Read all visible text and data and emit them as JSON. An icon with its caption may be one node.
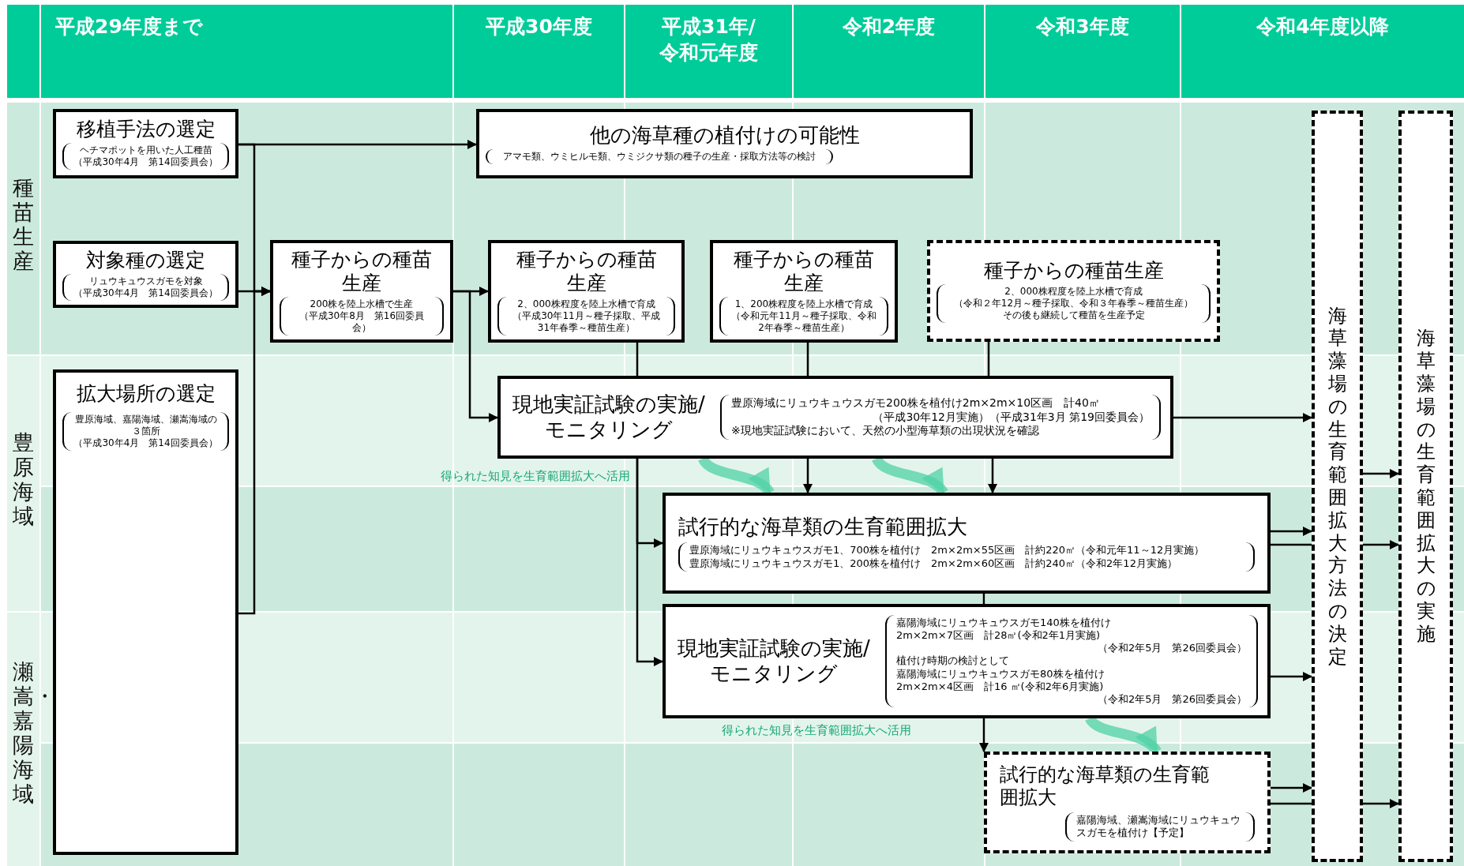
{
  "diagram": {
    "nodes": [
      {
        "text": [
          "移植手法の選定",
          "ヘチマポットを用いた人工種苗",
          "（平成30年4月　第14回委員会）"
        ]
      },
      {
        "text": [
          "他の海草種の植付けの可能性",
          "アマモ類、ウミヒルモ類、ウミジクサ類の種子の生産・採取方法等の検討"
        ]
      },
      {
        "text": [
          "対象種の選定",
          "リュウキュウスガモを対象",
          "（平成30年4月　第14回委員会）"
        ]
      },
      {
        "text": [
          "種子からの種苗生産",
          "200株を陸上水槽で生産",
          "（平成30年8月　第16回委員会）"
        ]
      },
      {
        "text": [
          "種子からの種苗生産",
          "2、000株程度を陸上水槽で育成",
          "（平成30年11月～種子採取、平成31年春季～種苗生産）"
        ]
      },
      {
        "text": [
          "種子からの種苗生産",
          "1、200株程度を陸上水槽で育成",
          "（令和元年11月～種子採取、令和2年春季～種苗生産）"
        ]
      },
      {
        "text": [
          "種子からの種苗生産",
          "2、000株程度を陸上水槽で育成",
          "（令和２年12月～種子採取、令和３年春季～種苗生産）",
          "その後も継続して種苗を生産予定"
        ]
      },
      {
        "text": [
          "拡大場所の選定",
          "豊原海域、嘉陽海域、瀬嵩海域の３箇所",
          "（平成30年4月　第14回委員会）"
        ]
      },
      {
        "text": [
          "現地実証試験の実施/モニタリング",
          "豊原海域にリュウキュウスガモ200株を植付け2m×2m×10区画　計40㎡",
          "（平成30年12月実施）（平成31年3月 第19回委員会）",
          "※現地実証試験において、天然の小型海草類の出現状況を確認"
        ]
      },
      {
        "text": [
          "試行的な海草類の生育範囲拡大",
          "豊原海域にリュウキュウスガモ1、700株を植付け　2m×2m×55区画　計約220㎡（令和元年11～12月実施）",
          "豊原海域にリュウキュウスガモ1、200株を植付け　2m×2m×60区画　計約240㎡（令和2年12月実施）"
        ]
      },
      {
        "text": [
          "現地実証試験の実施/モニタリング",
          "嘉陽海域にリュウキュウスガモ140株を植付け",
          "2m×2m×7区画　計28㎡(令和2年1月実施)",
          "（令和2年5月　第26回委員会）",
          "植付け時期の検討として",
          "嘉陽海域にリュウキュウスガモ80株を植付け",
          "2m×2m×4区画　計16 ㎡(令和2年6月実施)",
          "（令和2年5月　第26回委員会）"
        ]
      },
      {
        "text": [
          "試行的な海草類の生育範囲拡大",
          "嘉陽海域、瀬嵩海域にリュウキュウスガモを植付け【予定】"
        ]
      },
      {
        "text": [
          "海草藻場の生育範囲拡大方法の決定"
        ]
      },
      {
        "text": [
          "海草藻場の生育範囲拡大の実施"
        ]
      }
    ],
    "edges": [
      {
        "from": 0,
        "to": 1,
        "arrow": "to"
      },
      {
        "from": 0,
        "to": 3,
        "arrow": "to"
      },
      {
        "from": 2,
        "to": 3,
        "arrow": "to"
      },
      {
        "from": 7,
        "to": 3,
        "arrow": "to"
      },
      {
        "from": 3,
        "to": 4,
        "arrow": "to"
      },
      {
        "from": 3,
        "to": 8,
        "arrow": "to"
      },
      {
        "from": 4,
        "to": 8,
        "arrow": "none"
      },
      {
        "from": 8,
        "to": 9,
        "arrow": "to"
      },
      {
        "from": 8,
        "to": 10,
        "arrow": "to"
      },
      {
        "from": 5,
        "to": 8,
        "arrow": "none"
      },
      {
        "from": 8,
        "to": 9,
        "arrow": "to"
      },
      {
        "from": 6,
        "to": 8,
        "arrow": "none"
      },
      {
        "from": 8,
        "to": 9,
        "arrow": "to"
      },
      {
        "from": 9,
        "to": 10,
        "arrow": "none"
      },
      {
        "from": 10,
        "to": 11,
        "arrow": "to"
      },
      {
        "from": 8,
        "to": 12,
        "arrow": "to"
      },
      {
        "from": 9,
        "to": 12,
        "arrow": "to"
      },
      {
        "from": 9,
        "to": 12,
        "arrow": "none"
      },
      {
        "from": 10,
        "to": 12,
        "arrow": "to"
      },
      {
        "from": 11,
        "to": 12,
        "arrow": "to"
      },
      {
        "from": 11,
        "to": 12,
        "arrow": "none"
      },
      {
        "from": 12,
        "to": 13,
        "arrow": "to"
      },
      {
        "from": 8,
        "to": 9,
        "arrow": "to",
        "style": "thick",
        "color": "#4fd1a5"
      },
      {
        "from": 8,
        "to": 9,
        "arrow": "to",
        "style": "thick",
        "color": "#4fd1a5"
      },
      {
        "from": 10,
        "to": 11,
        "arrow": "to",
        "style": "thick",
        "color": "#4fd1a5"
      },
      {
        "from": 12,
        "to": 13,
        "arrow": "to"
      },
      {
        "from": 12,
        "to": 13,
        "arrow": "to"
      }
    ],
    "labels": [
      "平成29年度まで",
      "平成30年度",
      "平成31年/令和元年度",
      "令和2年度",
      "令和3年度",
      "令和4年度以降",
      "種苗生産",
      "豊原海域",
      "得られた知見を生育範囲拡大へ活用",
      "瀬嵩・嘉陽海域",
      "得られた知見を生育範囲拡大へ活用"
    ]
  }
}
